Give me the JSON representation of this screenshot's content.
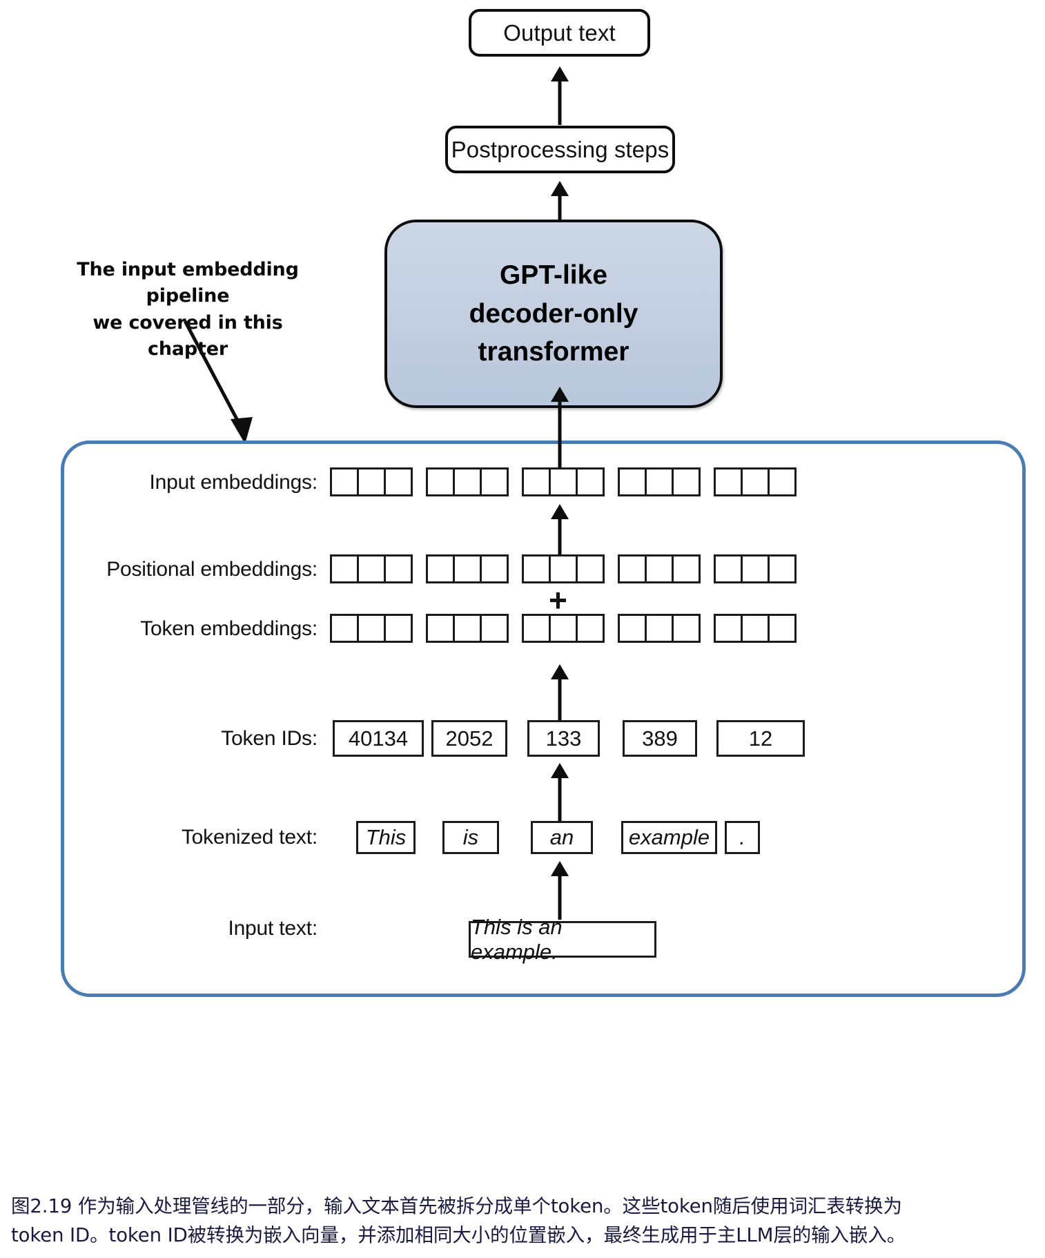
{
  "figure": {
    "id": "figure-2-19",
    "caption_lines": [
      "图2.19 作为输入处理管线的一部分，输入文本首先被拆分成单个token。这些token随后使用词汇表转换为",
      "token ID。token ID被转换为嵌入向量，并添加相同大小的位置嵌入，最终生成用于主LLM层的输入嵌入。"
    ],
    "caption_color": "#191942"
  },
  "top_chain": {
    "output_box": {
      "label": "Output text"
    },
    "postprocessing_box": {
      "label": "Postprocessing steps"
    },
    "transformer_box": {
      "lines": [
        "GPT-like",
        "decoder-only",
        "transformer"
      ],
      "fill_color": "#c2cee0",
      "border_color": "#0d0d0d"
    }
  },
  "annotation": {
    "lines": [
      "The input embedding pipeline",
      "we covered in this chapter"
    ]
  },
  "pipeline_container": {
    "border_color": "#4a7cb4"
  },
  "rows": {
    "input_embeddings": {
      "label": "Input embeddings:",
      "groups": 5,
      "cells_per_group": 3
    },
    "positional_embeddings": {
      "label": "Positional embeddings:",
      "groups": 5,
      "cells_per_group": 3
    },
    "token_embeddings": {
      "label": "Token embeddings:",
      "groups": 5,
      "cells_per_group": 3
    },
    "token_ids": {
      "label": "Token IDs:",
      "values": [
        "40134",
        "2052",
        "133",
        "389",
        "12"
      ]
    },
    "tokenized_text": {
      "label": "Tokenized text:",
      "values": [
        "This",
        "is",
        "an",
        "example",
        "."
      ]
    },
    "input_text": {
      "label": "Input text:",
      "value": "This is an example."
    }
  },
  "operators": {
    "add": "+"
  }
}
